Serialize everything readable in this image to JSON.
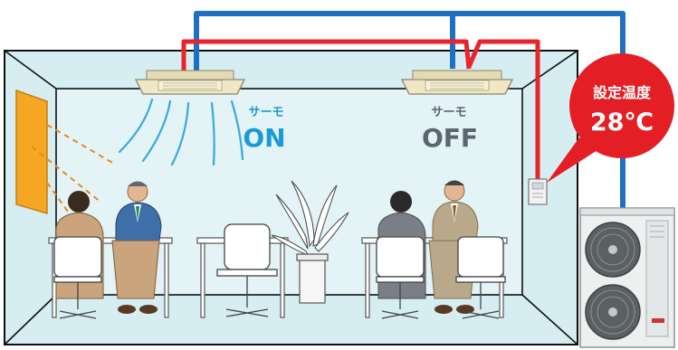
{
  "thermo_on": {
    "small": "サーモ",
    "big": "ON"
  },
  "thermo_off": {
    "small": "サーモ",
    "big": "OFF"
  },
  "set_temperature": {
    "label": "設定温度",
    "value": "28℃"
  },
  "colors": {
    "room_fill": "#d6eef2",
    "pipe_blue": "#1f6fc2",
    "pipe_red": "#e8242c",
    "airflow": "#3aa8e0",
    "on_text": "#1a9ad6",
    "off_text": "#5a6670",
    "bubble_red": "#e31e24",
    "panel_orange": "#f5a623"
  }
}
